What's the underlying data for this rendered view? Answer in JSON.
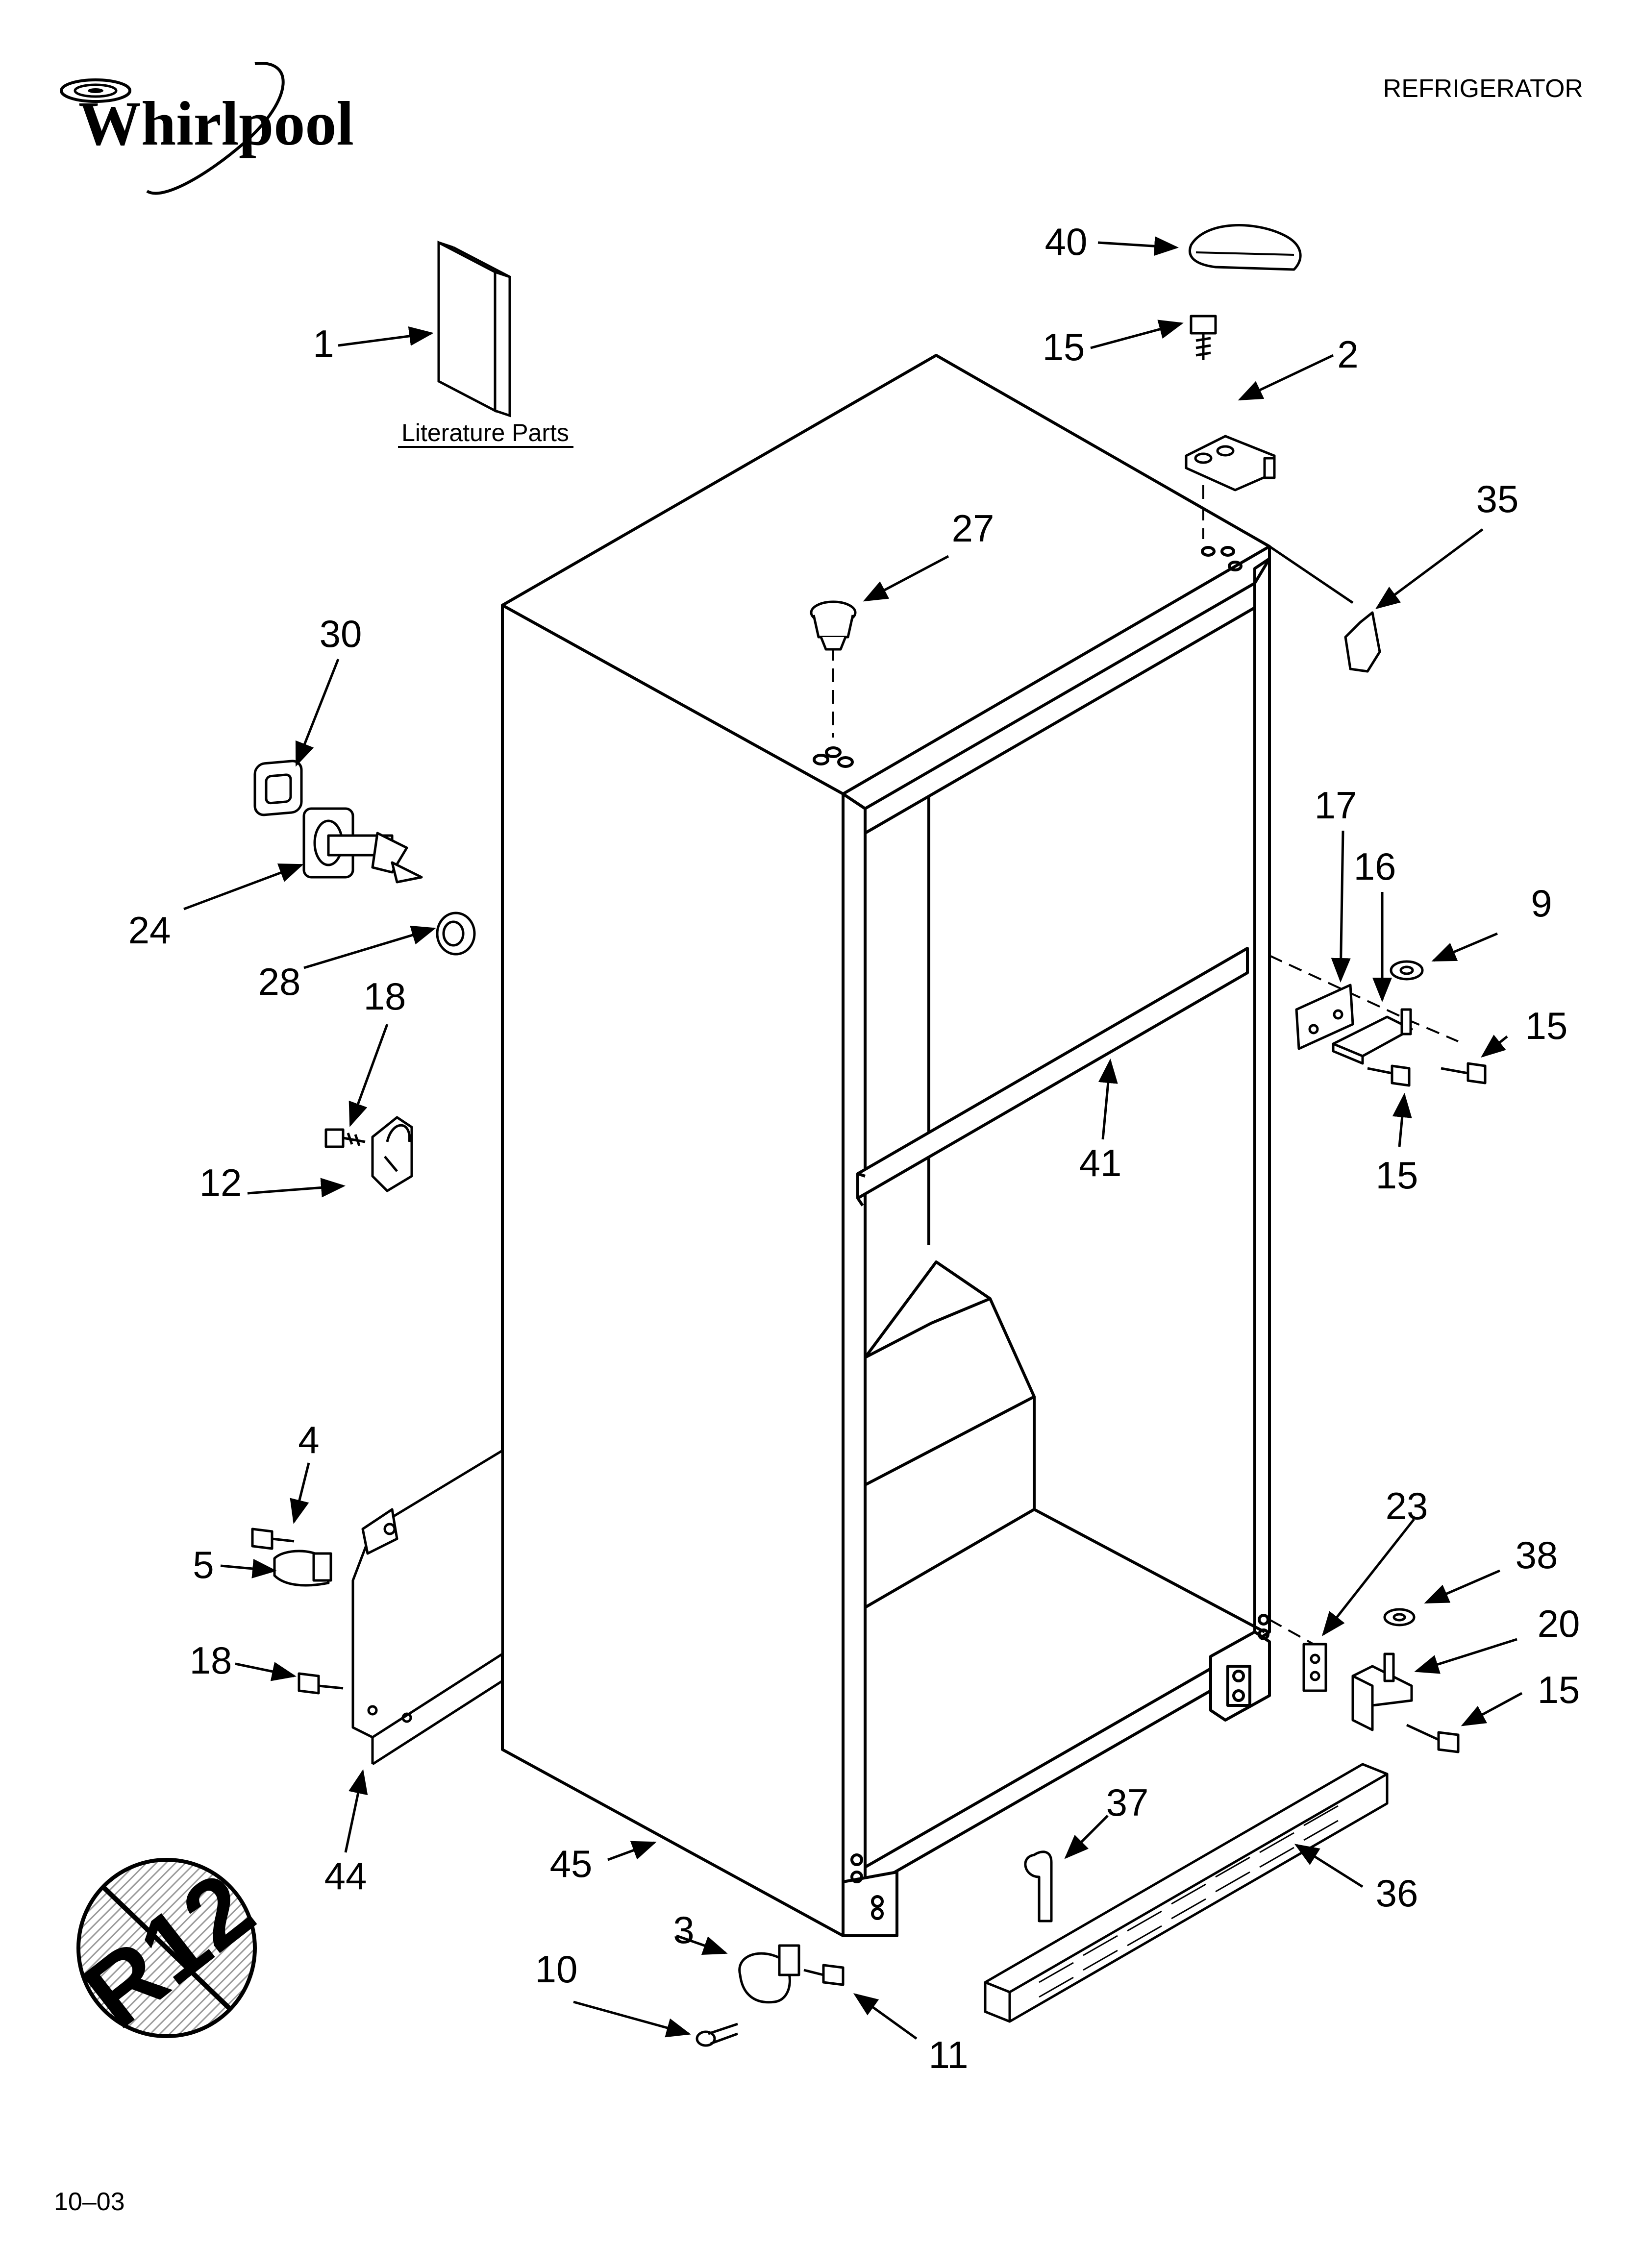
{
  "header": {
    "brand": "Whirlpool",
    "title": "REFRIGERATOR"
  },
  "literature": {
    "label": "Literature Parts"
  },
  "badge": {
    "text": "R12"
  },
  "footer": {
    "date_code": "10–03"
  },
  "callouts": {
    "c1": "1",
    "c2": "2",
    "c3": "3",
    "c4": "4",
    "c5": "5",
    "c9": "9",
    "c10": "10",
    "c11": "11",
    "c12": "12",
    "c15a": "15",
    "c15b": "15",
    "c15c": "15",
    "c15d": "15",
    "c16": "16",
    "c17": "17",
    "c18a": "18",
    "c18b": "18",
    "c20": "20",
    "c23": "23",
    "c24": "24",
    "c27": "27",
    "c28": "28",
    "c30": "30",
    "c35": "35",
    "c36": "36",
    "c37": "37",
    "c38": "38",
    "c40": "40",
    "c41": "41",
    "c44": "44",
    "c45": "45"
  },
  "colors": {
    "ink": "#000000",
    "paper": "#ffffff",
    "badge_hatch": "#9a9a9a"
  }
}
